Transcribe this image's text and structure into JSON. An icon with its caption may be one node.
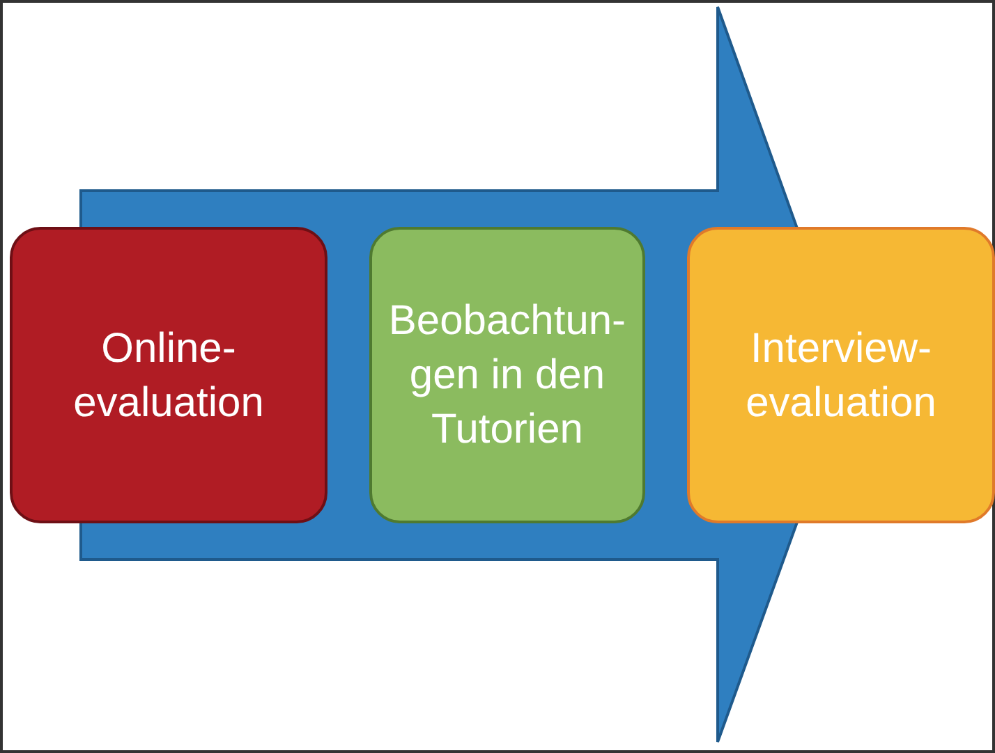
{
  "diagram": {
    "nodes": [
      {
        "text": [
          "Online- evaluation"
        ]
      },
      {
        "text": [
          "Beobachtun- gen in den Tutorien"
        ]
      },
      {
        "text": [
          "Interview- evaluation"
        ]
      }
    ]
  }
}
